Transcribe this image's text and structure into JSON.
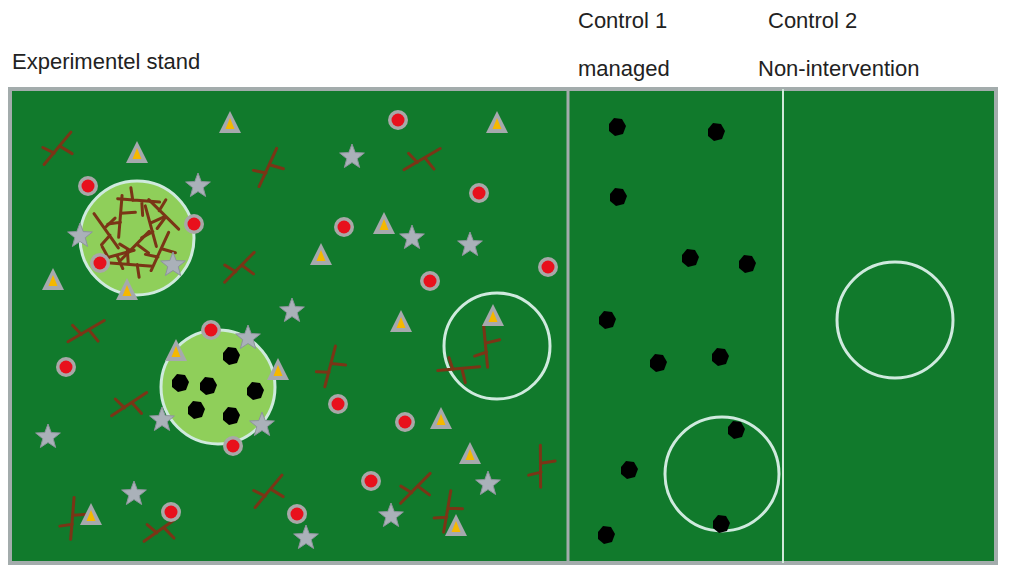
{
  "diagram": {
    "nodes": [
      {
        "text": [
          "Experimentel stand"
        ]
      },
      {
        "text": [
          "Control 1",
          "managed"
        ]
      },
      {
        "text": [
          "Control 2",
          "Non-intervention"
        ]
      }
    ]
  }
}
